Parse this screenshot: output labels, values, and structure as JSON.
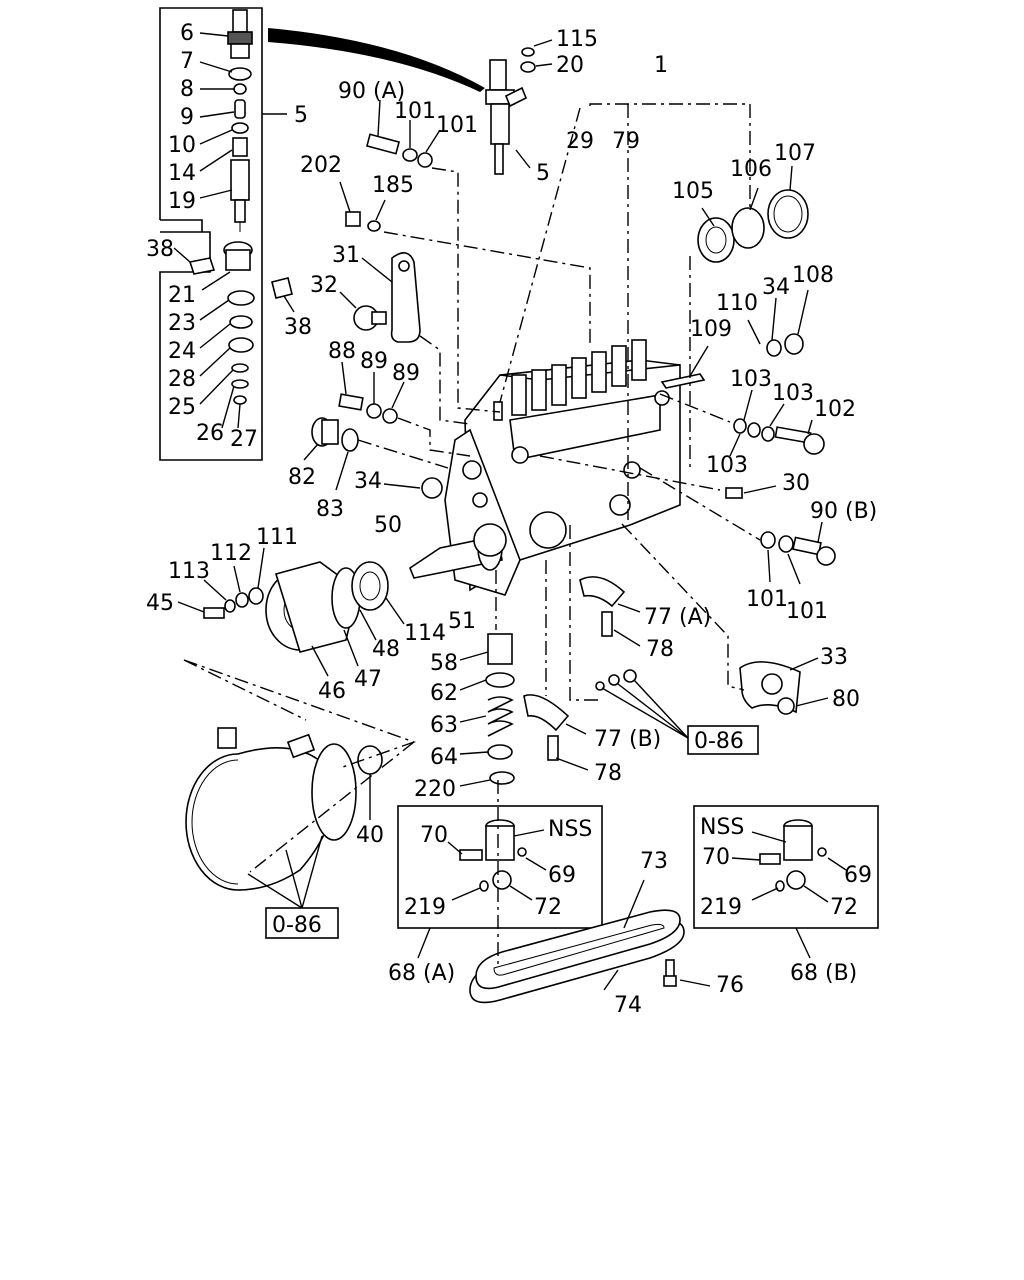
{
  "labels": {
    "l6": "6",
    "l7": "7",
    "l8": "8",
    "l9": "9",
    "l10": "10",
    "l14": "14",
    "l19": "19",
    "l5a": "5",
    "l38a": "38",
    "l21": "21",
    "l23": "23",
    "l24": "24",
    "l28": "28",
    "l25": "25",
    "l26": "26",
    "l27": "27",
    "l38b": "38",
    "l115": "115",
    "l20": "20",
    "l1": "1",
    "l5b": "5",
    "l90a": "90 (A)",
    "l101a": "101",
    "l101b": "101",
    "l202": "202",
    "l185": "185",
    "l29": "29",
    "l79": "79",
    "l106": "106",
    "l107": "107",
    "l105": "105",
    "l31": "31",
    "l32": "32",
    "l110": "110",
    "l34a": "34",
    "l108": "108",
    "l109": "109",
    "l88": "88",
    "l89a": "89",
    "l89b": "89",
    "l103a": "103",
    "l103b": "103",
    "l102": "102",
    "l103c": "103",
    "l82": "82",
    "l83": "83",
    "l34b": "34",
    "l30": "30",
    "l90b": "90 (B)",
    "l50": "50",
    "l111": "111",
    "l112": "112",
    "l113": "113",
    "l45": "45",
    "l101c": "101",
    "l101d": "101",
    "l51": "51",
    "l114": "114",
    "l48": "48",
    "l47": "47",
    "l46": "46",
    "l77a": "77 (A)",
    "l78a": "78",
    "l58": "58",
    "l62": "62",
    "l63": "63",
    "l64": "64",
    "l220": "220",
    "l33": "33",
    "l80": "80",
    "l77b": "77 (B)",
    "l78b": "78",
    "l40": "40",
    "l70a": "70",
    "l69a": "69",
    "l219a": "219",
    "l72a": "72",
    "l68a": "68 (A)",
    "l70b": "70",
    "l69b": "69",
    "l219b": "219",
    "l72b": "72",
    "l68b": "68 (B)",
    "l73": "73",
    "l74": "74",
    "l76": "76",
    "nss1": "NSS",
    "nss2": "NSS",
    "ref1": "0-86",
    "ref2": "0-86"
  }
}
